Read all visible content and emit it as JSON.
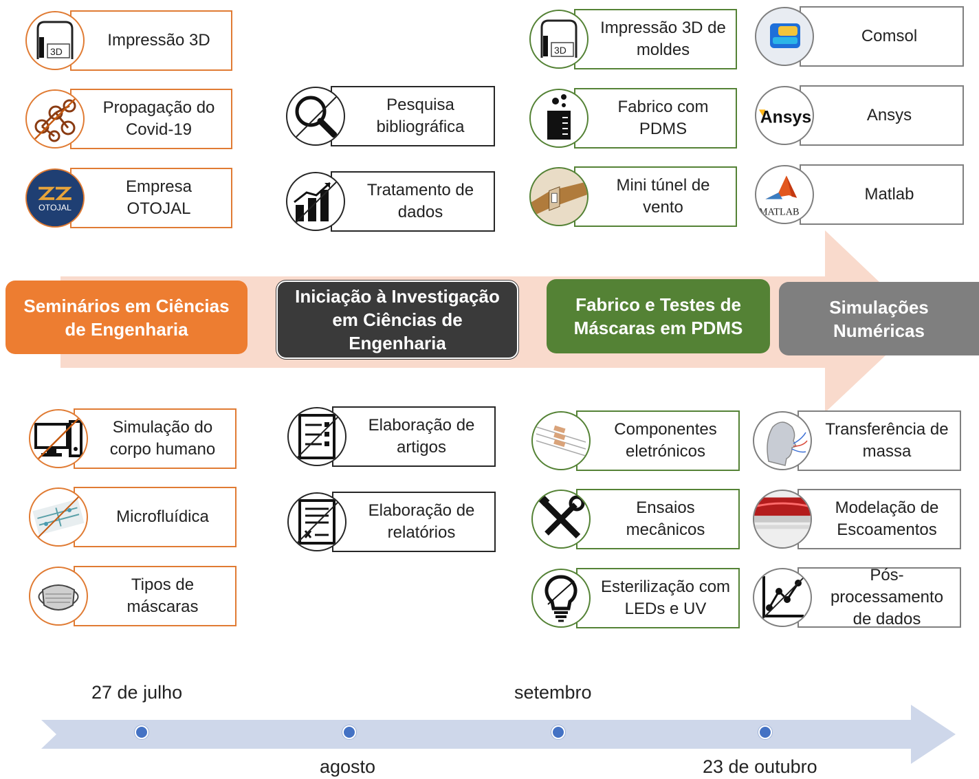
{
  "phases": [
    {
      "id": "seminarios",
      "label": "Seminários em Ciências de Engenharia",
      "color": "#ed7d31"
    },
    {
      "id": "iniciacao",
      "label": "Iniciação à Investigação em Ciências de Engenharia",
      "color": "#3a3a3a"
    },
    {
      "id": "fabrico",
      "label": "Fabrico e Testes de Máscaras em PDMS",
      "color": "#548235"
    },
    {
      "id": "simulacoes",
      "label": "Simulações Numéricas",
      "color": "#7f7f7f"
    }
  ],
  "seminarios": {
    "top": [
      {
        "label": "Impressão 3D",
        "icon": "3d-printer-icon"
      },
      {
        "label": "Propagação do Covid-19",
        "icon": "network-people-icon"
      },
      {
        "label": "Empresa OTOJAL",
        "icon": "otojal-logo-icon",
        "logo_text": "OTOJAL"
      }
    ],
    "bottom": [
      {
        "label": "Simulação do corpo humano",
        "icon": "computer-icon"
      },
      {
        "label": "Microfluídica",
        "icon": "microfluidic-chip-icon"
      },
      {
        "label": "Tipos de máscaras",
        "icon": "face-mask-icon"
      }
    ]
  },
  "iniciacao": {
    "top": [
      {
        "label": "Pesquisa bibliográfica",
        "icon": "magnifier-icon"
      },
      {
        "label": "Tratamento de dados",
        "icon": "bar-chart-icon"
      }
    ],
    "bottom": [
      {
        "label": "Elaboração de artigos",
        "icon": "checklist-icon"
      },
      {
        "label": "Elaboração de relatórios",
        "icon": "report-icon"
      }
    ]
  },
  "fabrico": {
    "top": [
      {
        "label": "Impressão 3D de moldes",
        "icon": "3d-printer-icon"
      },
      {
        "label": "Fabrico com PDMS",
        "icon": "beaker-icon"
      },
      {
        "label": "Mini túnel de vento",
        "icon": "wind-tunnel-icon"
      }
    ],
    "bottom": [
      {
        "label": "Componentes eletrónicos",
        "icon": "resistors-icon"
      },
      {
        "label": "Ensaios mecânicos",
        "icon": "tools-icon"
      },
      {
        "label": "Esterilização com LEDs e UV",
        "icon": "lightbulb-icon"
      }
    ]
  },
  "simulacoes": {
    "top": [
      {
        "label": "Comsol",
        "icon": "comsol-icon"
      },
      {
        "label": "Ansys",
        "icon": "ansys-logo-icon",
        "logo_text": "Ansys"
      },
      {
        "label": "Matlab",
        "icon": "matlab-logo-icon",
        "logo_text": "MATLAB"
      }
    ],
    "bottom": [
      {
        "label": "Transferência de massa",
        "icon": "head-airflow-icon"
      },
      {
        "label": "Modelação de Escoamentos",
        "icon": "flow-field-icon"
      },
      {
        "label": "Pós-processamento de dados",
        "icon": "line-graph-icon"
      }
    ]
  },
  "timeline": {
    "top_labels": [
      "27 de julho",
      "setembro"
    ],
    "bottom_labels": [
      "agosto",
      "23 de outubro"
    ]
  }
}
